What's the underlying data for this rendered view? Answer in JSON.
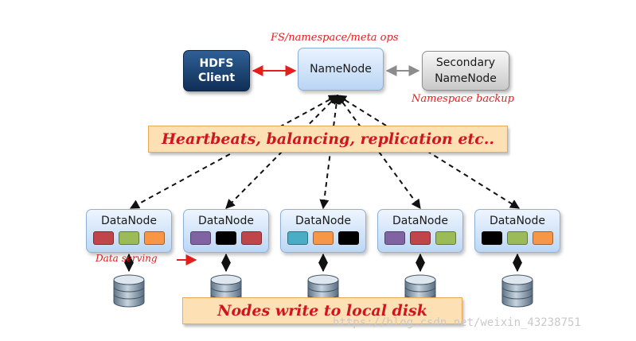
{
  "client": {
    "line1": "HDFS",
    "line2": "Client"
  },
  "namenode": {
    "label": "NameNode"
  },
  "secondary": {
    "line1": "Secondary",
    "line2": "NameNode"
  },
  "annotations": {
    "fs_ops": "FS/namespace/meta ops",
    "namespace_backup": "Namespace backup",
    "data_serving": "Data serving"
  },
  "banners": {
    "top": "Heartbeats, balancing, replication etc..",
    "bottom": "Nodes write to local disk"
  },
  "datanode_label": "DataNode",
  "datanodes": [
    {
      "blocks": [
        "#c0454a",
        "#9bbb59",
        "#f79646"
      ]
    },
    {
      "blocks": [
        "#8064a2",
        "#000000",
        "#c0454a"
      ]
    },
    {
      "blocks": [
        "#4bacc6",
        "#f79646",
        "#000000"
      ]
    },
    {
      "blocks": [
        "#8064a2",
        "#c0454a",
        "#9bbb59"
      ]
    },
    {
      "blocks": [
        "#000000",
        "#9bbb59",
        "#f79646"
      ]
    }
  ],
  "colors": {
    "red": "#e41d1d",
    "gray_arrow": "#8c8c8c"
  },
  "watermark": "https://blog.csdn.net/weixin_43238751"
}
